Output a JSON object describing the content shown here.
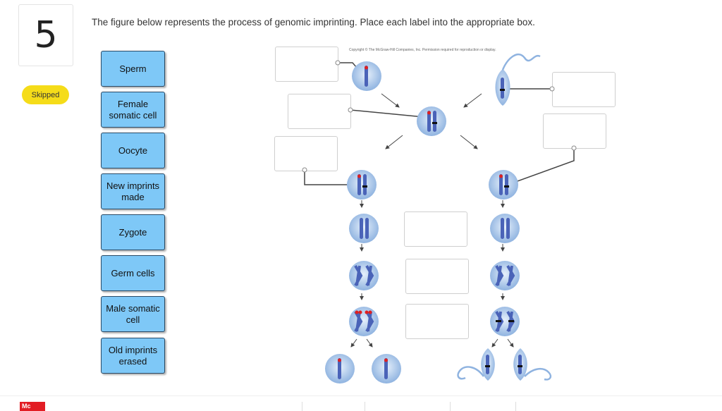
{
  "question": {
    "number": "5",
    "status": "Skipped",
    "instruction": "The figure below represents the process of genomic imprinting. Place each label into the appropriate box."
  },
  "labels": [
    {
      "text": "Sperm"
    },
    {
      "text": "Female somatic cell"
    },
    {
      "text": "Oocyte"
    },
    {
      "text": "New imprints made"
    },
    {
      "text": "Zygote"
    },
    {
      "text": "Germ cells"
    },
    {
      "text": "Male somatic cell"
    },
    {
      "text": "Old imprints erased"
    }
  ],
  "figure": {
    "copyright": "Copyright © The McGraw-Hill Companies, Inc. Permission required for reproduction or display."
  },
  "footer": {
    "logo": "Mc"
  },
  "colors": {
    "label_bg": "#7ec8f7",
    "badge": "#f5dc19",
    "cell": "#a9c8ea",
    "chromosome": "#5b76c6",
    "imprint": "#e02020"
  }
}
